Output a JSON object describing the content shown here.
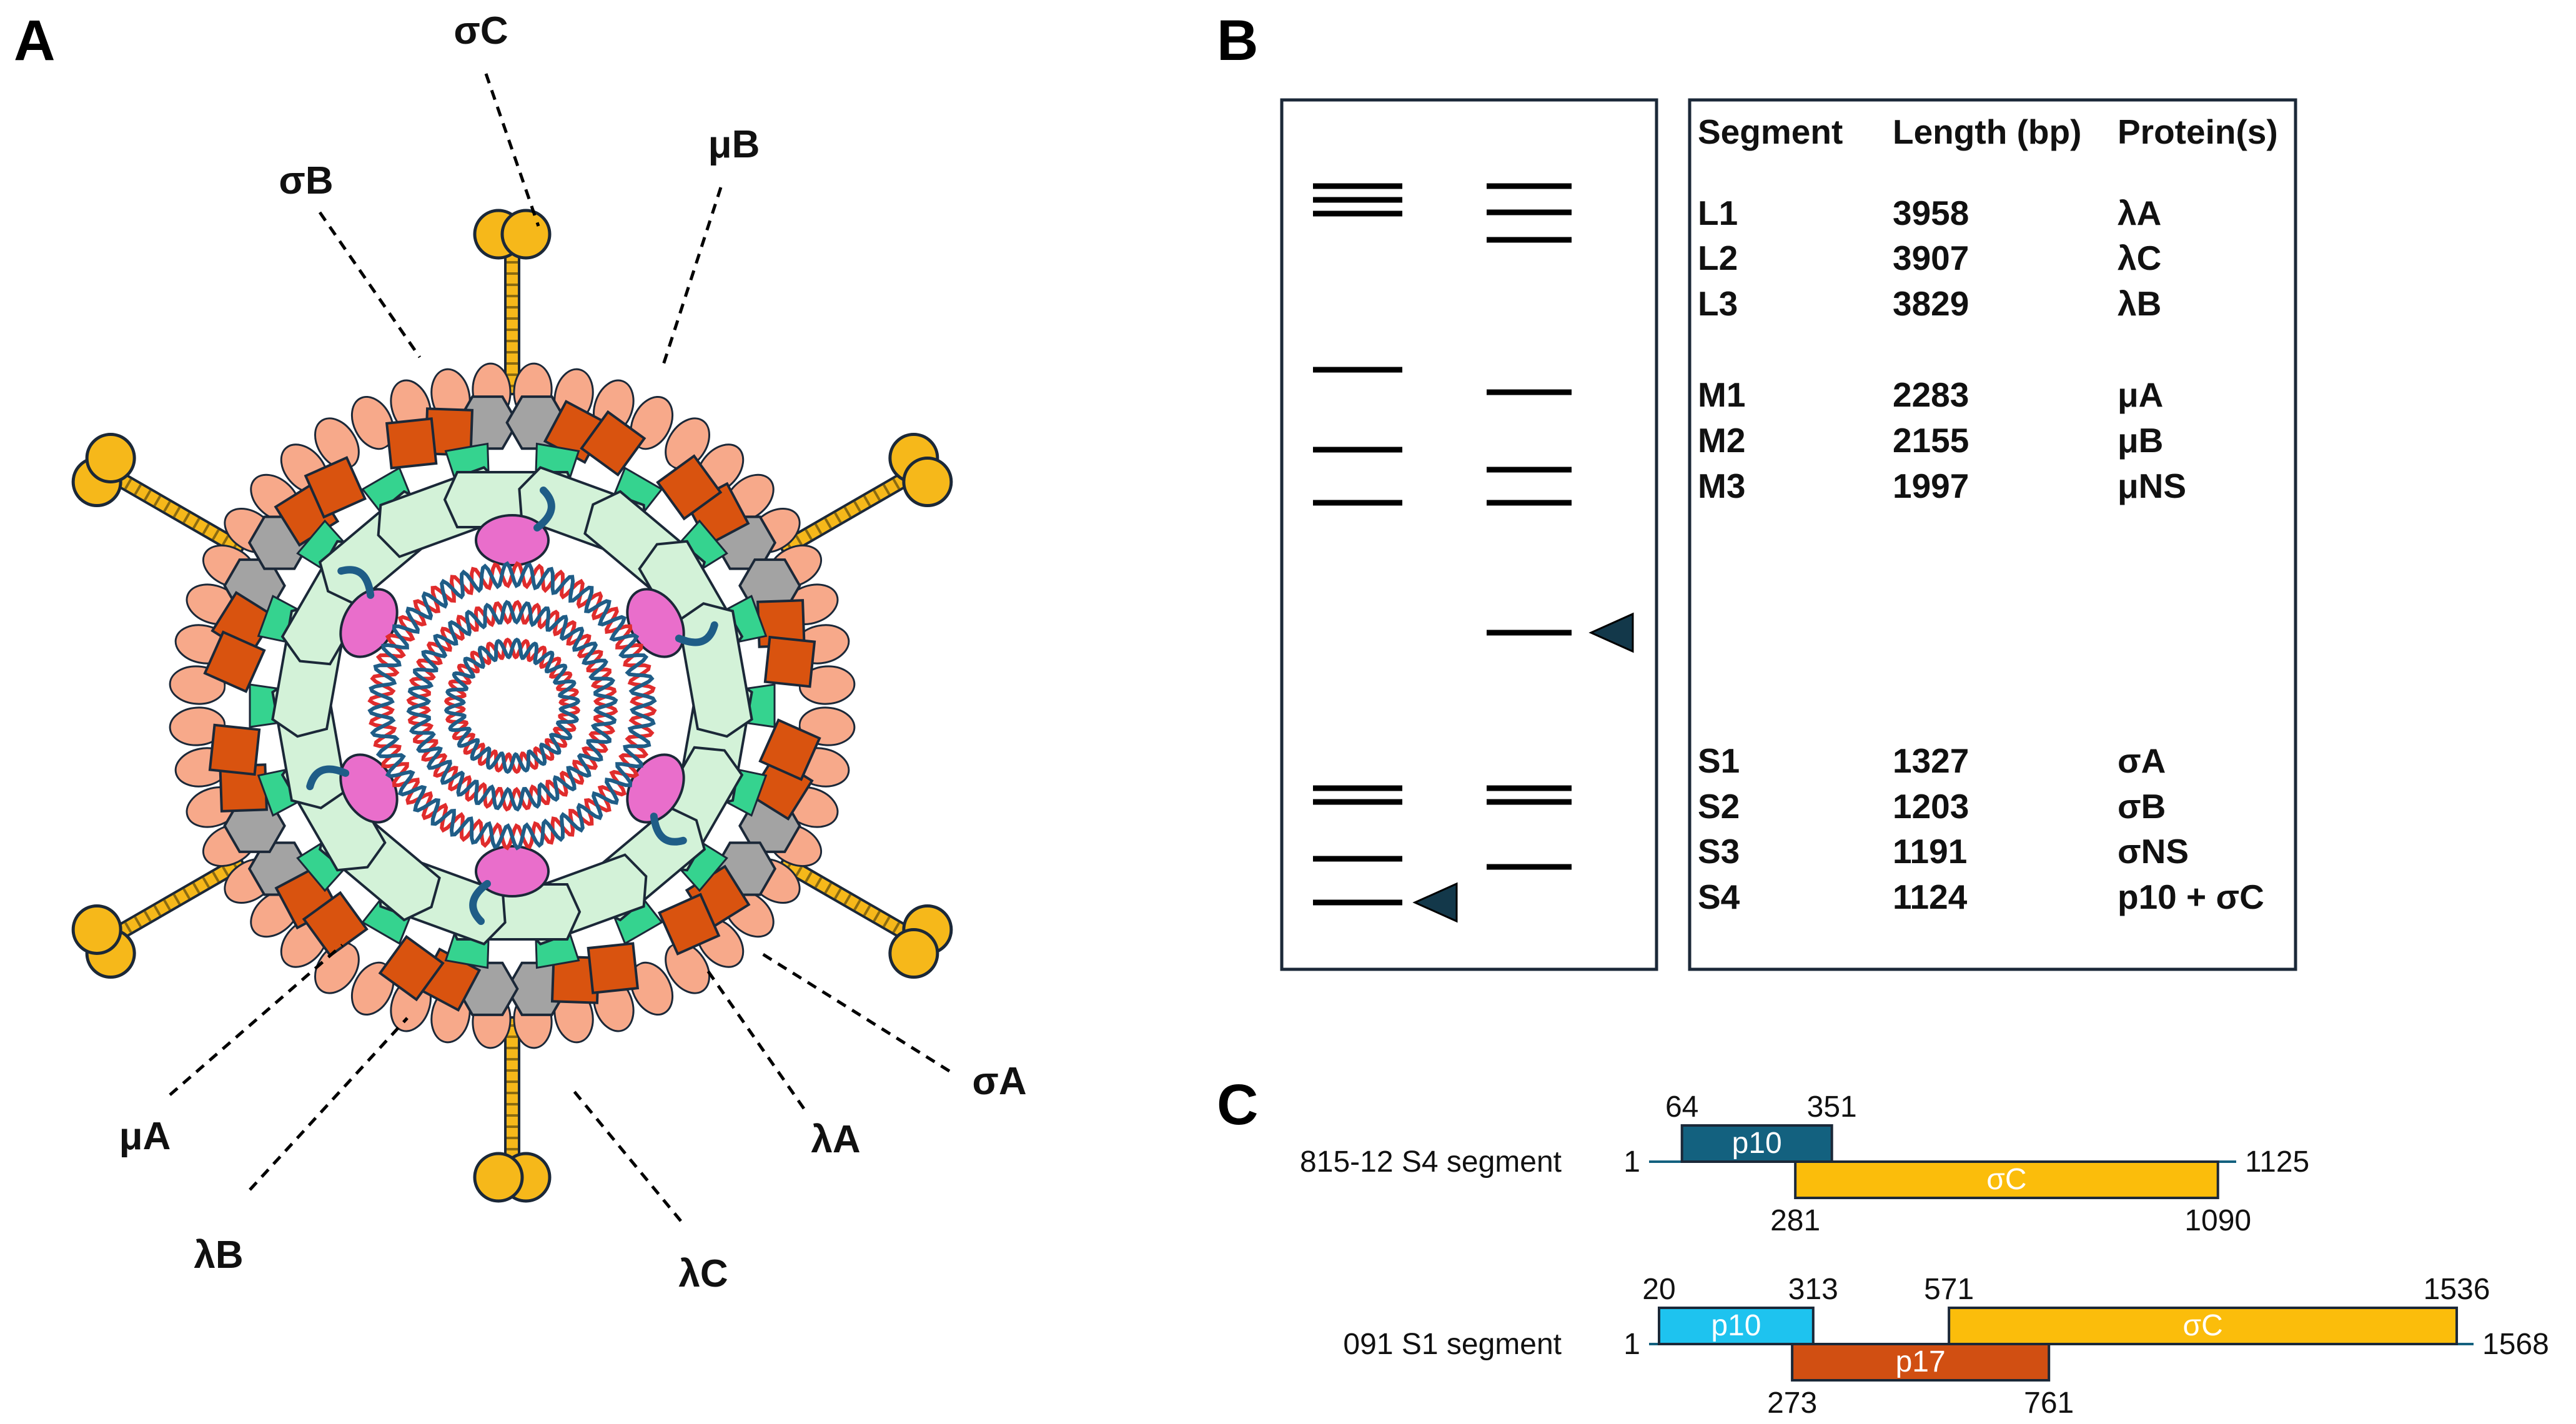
{
  "panels": {
    "a": "A",
    "b": "B",
    "c": "C"
  },
  "virion_labels": {
    "sigmaC": "σC",
    "muB": "μB",
    "sigmaB": "σB",
    "muA": "μA",
    "lambdaB": "λB",
    "lambdaC": "λC",
    "lambdaA": "λA",
    "sigmaA": "σA"
  },
  "colors": {
    "outer_petal": "#f7a98a",
    "sigmaB_square": "#d9530f",
    "grey_hex": "#a3a3a3",
    "green_small": "#35d38f",
    "light_green_rect": "#d3f2d8",
    "pink": "#e96ecb",
    "spike_gold": "#f6b81a",
    "dsrna_red": "#e02c2c",
    "dsrna_blue": "#1f5d87",
    "p10_dark": "#13617f",
    "p10_cyan": "#1ec3ef",
    "sigmaC_yellow": "#fbbd0b",
    "p17_orange": "#d14f12",
    "arrowhead": "#13384a"
  },
  "table": {
    "headers": [
      "Segment",
      "Length (bp)",
      "Protein(s)"
    ],
    "rows": [
      {
        "segment": "L1",
        "length": "3958",
        "protein": "λA"
      },
      {
        "segment": "L2",
        "length": "3907",
        "protein": "λC"
      },
      {
        "segment": "L3",
        "length": "3829",
        "protein": "λB"
      },
      {
        "segment": "M1",
        "length": "2283",
        "protein": "μA"
      },
      {
        "segment": "M2",
        "length": "2155",
        "protein": "μB"
      },
      {
        "segment": "M3",
        "length": "1997",
        "protein": "μNS"
      },
      {
        "segment": "S1",
        "length": "1327",
        "protein": "σA"
      },
      {
        "segment": "S2",
        "length": "1203",
        "protein": "σB"
      },
      {
        "segment": "S3",
        "length": "1191",
        "protein": "σNS"
      },
      {
        "segment": "S4",
        "length": "1124",
        "protein": "p10 + σC"
      }
    ]
  },
  "genome_maps": [
    {
      "label": "815-12 S4 segment",
      "start": "1",
      "end": "1125",
      "length": 1125,
      "genes": [
        {
          "name": "p10",
          "from": 64,
          "to": 351,
          "from_label": "64",
          "to_label": "351",
          "color": "#13617f",
          "row": "top"
        },
        {
          "name": "σC",
          "from": 281,
          "to": 1090,
          "from_label": "281",
          "to_label": "1090",
          "color": "#fbbd0b",
          "row": "bottom"
        }
      ]
    },
    {
      "label": "091 S1 segment",
      "start": "1",
      "end": "1568",
      "length": 1568,
      "genes": [
        {
          "name": "p10",
          "from": 20,
          "to": 313,
          "from_label": "20",
          "to_label": "313",
          "color": "#1ec3ef",
          "row": "top"
        },
        {
          "name": "σC",
          "from": 571,
          "to": 1536,
          "from_label": "571",
          "to_label": "1536",
          "color": "#fbbd0b",
          "row": "top"
        },
        {
          "name": "p17",
          "from": 273,
          "to": 761,
          "from_label": "273",
          "to_label": "761",
          "color": "#d14f12",
          "row": "bottom"
        }
      ]
    }
  ]
}
